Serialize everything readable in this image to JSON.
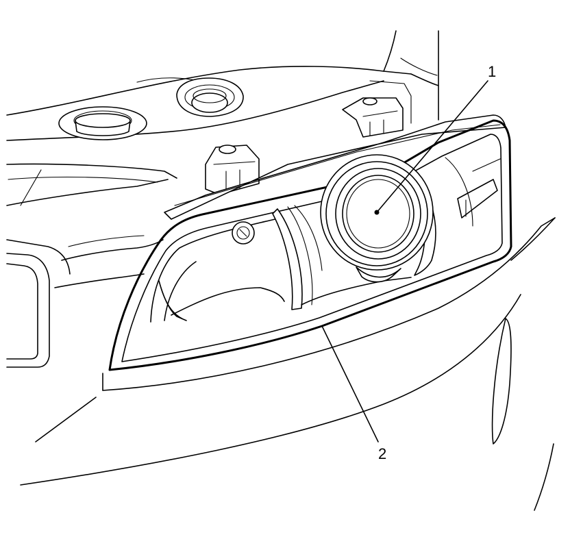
{
  "figure": {
    "callouts": [
      {
        "label": "1",
        "part": "headlamp-bulb"
      },
      {
        "label": "2",
        "part": "headlamp-assembly"
      }
    ]
  }
}
